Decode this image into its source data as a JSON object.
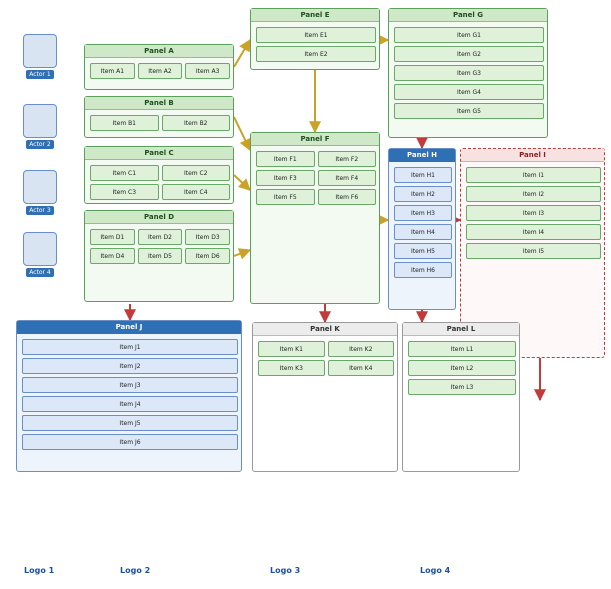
{
  "title": "",
  "actors": [
    {
      "label": "Actor 1"
    },
    {
      "label": "Actor 2"
    },
    {
      "label": "Actor 3"
    },
    {
      "label": "Actor 4"
    }
  ],
  "panels": {
    "top_left": {
      "title": "Panel A",
      "items": [
        "Item A1",
        "Item A2",
        "Item A3"
      ]
    },
    "mid_left": {
      "title": "Panel B",
      "items": [
        "Item B1",
        "Item B2"
      ]
    },
    "low_left": {
      "title": "Panel C",
      "items": [
        "Item C1",
        "Item C2",
        "Item C3",
        "Item C4"
      ]
    },
    "base_left": {
      "title": "Panel D",
      "items": [
        "Item D1",
        "Item D2",
        "Item D3",
        "Item D4",
        "Item D5",
        "Item D6"
      ]
    },
    "center_top": {
      "title": "Panel E",
      "items": [
        "Item E1",
        "Item E2"
      ]
    },
    "center": {
      "title": "Panel F",
      "items": [
        "Item F1",
        "Item F2",
        "Item F3",
        "Item F4",
        "Item F5",
        "Item F6"
      ]
    },
    "right_top": {
      "title": "Panel G",
      "items": [
        "Item G1",
        "Item G2",
        "Item G3",
        "Item G4",
        "Item G5"
      ]
    },
    "db": {
      "title": "Panel H",
      "items": [
        "Item H1",
        "Item H2",
        "Item H3",
        "Item H4",
        "Item H5",
        "Item H6"
      ]
    },
    "far_right": {
      "title": "Panel I",
      "items": [
        "Item I1",
        "Item I2",
        "Item I3",
        "Item I4",
        "Item I5"
      ]
    },
    "bottom_left": {
      "title": "Panel J",
      "items": [
        "Item J1",
        "Item J2",
        "Item J3",
        "Item J4",
        "Item J5",
        "Item J6"
      ]
    },
    "bottom_mid": {
      "title": "Panel K",
      "items": [
        "Item K1",
        "Item K2",
        "Item K3",
        "Item K4"
      ]
    },
    "bottom_right": {
      "title": "Panel L",
      "items": [
        "Item L1",
        "Item L2",
        "Item L3"
      ]
    }
  },
  "logos": [
    "Logo 1",
    "Logo 2",
    "Logo 3",
    "Logo 4"
  ]
}
